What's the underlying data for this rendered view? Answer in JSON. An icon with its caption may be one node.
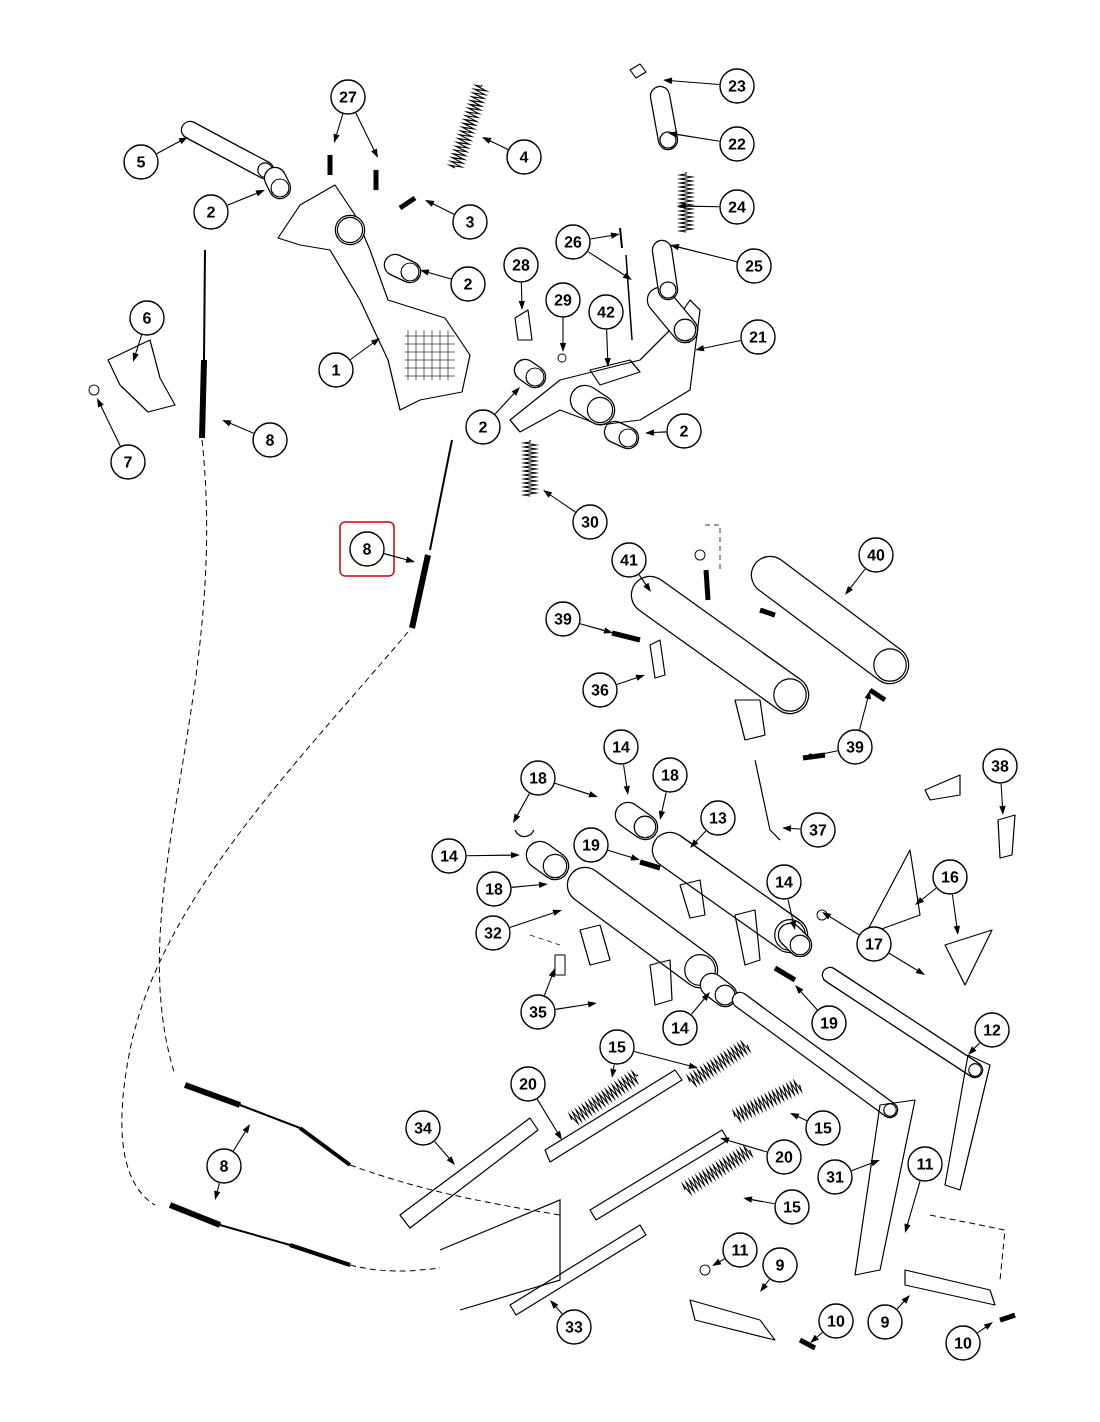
{
  "diagram": {
    "nodes": [
      {
        "text": [
          "23"
        ]
      },
      {
        "text": [
          "27"
        ]
      },
      {
        "text": [
          "22"
        ]
      },
      {
        "text": [
          "4"
        ]
      },
      {
        "text": [
          "5"
        ]
      },
      {
        "text": [
          "24"
        ]
      },
      {
        "text": [
          "2"
        ]
      },
      {
        "text": [
          "3"
        ]
      },
      {
        "text": [
          "26"
        ]
      },
      {
        "text": [
          "28"
        ]
      },
      {
        "text": [
          "25"
        ]
      },
      {
        "text": [
          "2"
        ]
      },
      {
        "text": [
          "29"
        ]
      },
      {
        "text": [
          "42"
        ]
      },
      {
        "text": [
          "6"
        ]
      },
      {
        "text": [
          "21"
        ]
      },
      {
        "text": [
          "1"
        ]
      },
      {
        "text": [
          "2"
        ]
      },
      {
        "text": [
          "2"
        ]
      },
      {
        "text": [
          "8"
        ]
      },
      {
        "text": [
          "7"
        ]
      },
      {
        "text": [
          "30"
        ]
      },
      {
        "text": [
          "8"
        ]
      },
      {
        "text": [
          "40"
        ]
      },
      {
        "text": [
          "41"
        ]
      },
      {
        "text": [
          "39"
        ]
      },
      {
        "text": [
          "36"
        ]
      },
      {
        "text": [
          "14"
        ]
      },
      {
        "text": [
          "39"
        ]
      },
      {
        "text": [
          "38"
        ]
      },
      {
        "text": [
          "18"
        ]
      },
      {
        "text": [
          "18"
        ]
      },
      {
        "text": [
          "13"
        ]
      },
      {
        "text": [
          "37"
        ]
      },
      {
        "text": [
          "19"
        ]
      },
      {
        "text": [
          "14"
        ]
      },
      {
        "text": [
          "16"
        ]
      },
      {
        "text": [
          "14"
        ]
      },
      {
        "text": [
          "18"
        ]
      },
      {
        "text": [
          "32"
        ]
      },
      {
        "text": [
          "17"
        ]
      },
      {
        "text": [
          "35"
        ]
      },
      {
        "text": [
          "19"
        ]
      },
      {
        "text": [
          "14"
        ]
      },
      {
        "text": [
          "12"
        ]
      },
      {
        "text": [
          "15"
        ]
      },
      {
        "text": [
          "20"
        ]
      },
      {
        "text": [
          "15"
        ]
      },
      {
        "text": [
          "34"
        ]
      },
      {
        "text": [
          "20"
        ]
      },
      {
        "text": [
          "8"
        ]
      },
      {
        "text": [
          "11"
        ]
      },
      {
        "text": [
          "31"
        ]
      },
      {
        "text": [
          "15"
        ]
      },
      {
        "text": [
          "11"
        ]
      },
      {
        "text": [
          "9"
        ]
      },
      {
        "text": [
          "10"
        ]
      },
      {
        "text": [
          "9"
        ]
      },
      {
        "text": [
          "33"
        ]
      },
      {
        "text": [
          "10"
        ]
      }
    ],
    "edges": [
      {
        "from": 0,
        "to": null,
        "arrow": "to"
      },
      {
        "from": 1,
        "to": null,
        "arrow": "to"
      },
      {
        "from": 1,
        "to": null,
        "arrow": "to"
      },
      {
        "from": 2,
        "to": null,
        "arrow": "to"
      },
      {
        "from": 3,
        "to": null,
        "arrow": "to"
      },
      {
        "from": 4,
        "to": null,
        "arrow": "to"
      },
      {
        "from": 5,
        "to": null,
        "arrow": "to"
      },
      {
        "from": 6,
        "to": null,
        "arrow": "to"
      },
      {
        "from": 7,
        "to": null,
        "arrow": "to"
      },
      {
        "from": 8,
        "to": null,
        "arrow": "to"
      },
      {
        "from": 8,
        "to": null,
        "arrow": "to"
      },
      {
        "from": 9,
        "to": null,
        "arrow": "to"
      },
      {
        "from": 10,
        "to": null,
        "arrow": "to"
      },
      {
        "from": 11,
        "to": null,
        "arrow": "to"
      },
      {
        "from": 12,
        "to": null,
        "arrow": "to"
      },
      {
        "from": 13,
        "to": null,
        "arrow": "to"
      },
      {
        "from": 14,
        "to": null,
        "arrow": "to"
      },
      {
        "from": 15,
        "to": null,
        "arrow": "to"
      },
      {
        "from": 16,
        "to": null,
        "arrow": "to"
      },
      {
        "from": 17,
        "to": null,
        "arrow": "to"
      },
      {
        "from": 18,
        "to": null,
        "arrow": "to"
      },
      {
        "from": 19,
        "to": null,
        "arrow": "to"
      },
      {
        "from": 20,
        "to": null,
        "arrow": "to"
      },
      {
        "from": 21,
        "to": null,
        "arrow": "to"
      },
      {
        "from": 22,
        "to": null,
        "arrow": "to"
      },
      {
        "from": 23,
        "to": null,
        "arrow": "to"
      },
      {
        "from": 24,
        "to": null,
        "arrow": "to"
      },
      {
        "from": 25,
        "to": null,
        "arrow": "to"
      },
      {
        "from": 26,
        "to": null,
        "arrow": "to"
      },
      {
        "from": 27,
        "to": null,
        "arrow": "to"
      },
      {
        "from": 28,
        "to": null,
        "arrow": "to"
      },
      {
        "from": 28,
        "to": null,
        "arrow": "to"
      },
      {
        "from": 29,
        "to": null,
        "arrow": "to"
      },
      {
        "from": 30,
        "to": null,
        "arrow": "to"
      },
      {
        "from": 30,
        "to": null,
        "arrow": "to"
      },
      {
        "from": 31,
        "to": null,
        "arrow": "to"
      },
      {
        "from": 32,
        "to": null,
        "arrow": "to"
      },
      {
        "from": 33,
        "to": null,
        "arrow": "to"
      },
      {
        "from": 34,
        "to": null,
        "arrow": "to"
      },
      {
        "from": 35,
        "to": null,
        "arrow": "to"
      },
      {
        "from": 36,
        "to": null,
        "arrow": "to"
      },
      {
        "from": 36,
        "to": null,
        "arrow": "to"
      },
      {
        "from": 37,
        "to": null,
        "arrow": "to"
      },
      {
        "from": 38,
        "to": null,
        "arrow": "to"
      },
      {
        "from": 39,
        "to": null,
        "arrow": "to"
      },
      {
        "from": 40,
        "to": null,
        "arrow": "to"
      },
      {
        "from": 40,
        "to": null,
        "arrow": "to"
      },
      {
        "from": 41,
        "to": null,
        "arrow": "to"
      },
      {
        "from": 41,
        "to": null,
        "arrow": "to"
      },
      {
        "from": 42,
        "to": null,
        "arrow": "to"
      },
      {
        "from": 43,
        "to": null,
        "arrow": "to"
      },
      {
        "from": 44,
        "to": null,
        "arrow": "to"
      },
      {
        "from": 45,
        "to": null,
        "arrow": "to"
      },
      {
        "from": 45,
        "to": null,
        "arrow": "to"
      },
      {
        "from": 46,
        "to": null,
        "arrow": "to"
      },
      {
        "from": 47,
        "to": null,
        "arrow": "to"
      },
      {
        "from": 48,
        "to": null,
        "arrow": "to"
      },
      {
        "from": 49,
        "to": null,
        "arrow": "to"
      },
      {
        "from": 50,
        "to": null,
        "arrow": "to"
      },
      {
        "from": 50,
        "to": null,
        "arrow": "to"
      },
      {
        "from": 51,
        "to": null,
        "arrow": "to"
      },
      {
        "from": 52,
        "to": null,
        "arrow": "to"
      },
      {
        "from": 53,
        "to": null,
        "arrow": "to"
      },
      {
        "from": 54,
        "to": null,
        "arrow": "to"
      },
      {
        "from": 55,
        "to": null,
        "arrow": "to"
      },
      {
        "from": 56,
        "to": null,
        "arrow": "to"
      },
      {
        "from": 57,
        "to": null,
        "arrow": "to"
      },
      {
        "from": 58,
        "to": null,
        "arrow": "to"
      },
      {
        "from": 59,
        "to": null,
        "arrow": "to"
      }
    ]
  }
}
